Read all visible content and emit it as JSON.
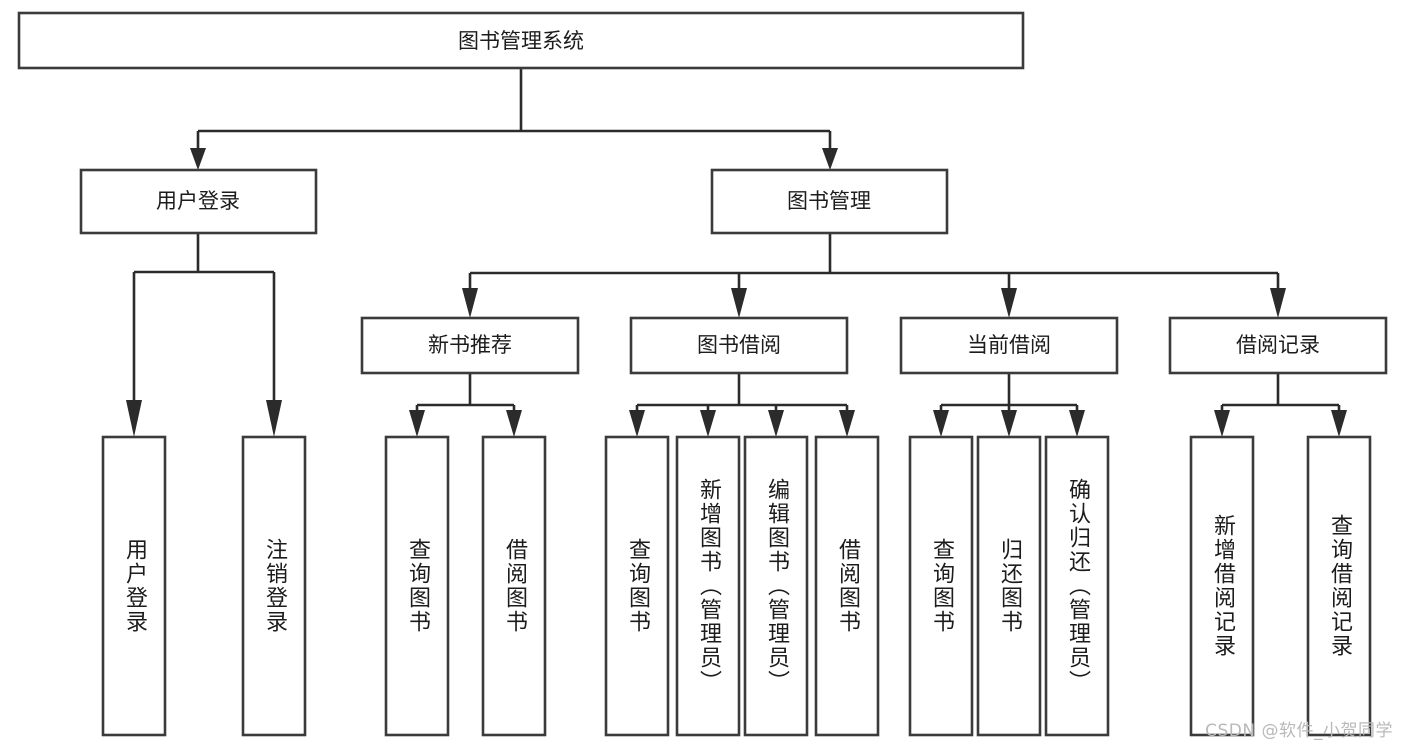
{
  "diagram": {
    "title": "图书管理系统",
    "type": "tree-hierarchy",
    "colors": {
      "box_stroke": "#3b3b3b",
      "box_fill": "#ffffff",
      "connector": "#2b2b2b",
      "text": "#1c1c1c",
      "watermark": "#b9b9b9",
      "background": "#ffffff"
    },
    "root": {
      "label": "图书管理系统"
    },
    "level2": [
      {
        "id": "user-login",
        "label": "用户登录"
      },
      {
        "id": "book-management",
        "label": "图书管理"
      }
    ],
    "level3": [
      {
        "id": "new-book-recommend",
        "label": "新书推荐",
        "parent": "book-management"
      },
      {
        "id": "book-borrow",
        "label": "图书借阅",
        "parent": "book-management"
      },
      {
        "id": "current-borrow",
        "label": "当前借阅",
        "parent": "book-management"
      },
      {
        "id": "borrow-record",
        "label": "借阅记录",
        "parent": "book-management"
      }
    ],
    "leaves": {
      "user-login": [
        {
          "id": "leaf-user-login",
          "label": "用户登录"
        },
        {
          "id": "leaf-user-logout",
          "label": "注销登录"
        }
      ],
      "new-book-recommend": [
        {
          "id": "leaf-query-book-1",
          "label": "查询图书"
        },
        {
          "id": "leaf-borrow-book-1",
          "label": "借阅图书"
        }
      ],
      "book-borrow": [
        {
          "id": "leaf-query-book-2",
          "label": "查询图书"
        },
        {
          "id": "leaf-add-book",
          "label": "新增图书（管理员）"
        },
        {
          "id": "leaf-edit-book",
          "label": "编辑图书（管理员）"
        },
        {
          "id": "leaf-borrow-book-2",
          "label": "借阅图书"
        }
      ],
      "current-borrow": [
        {
          "id": "leaf-query-book-3",
          "label": "查询图书"
        },
        {
          "id": "leaf-return-book",
          "label": "归还图书"
        },
        {
          "id": "leaf-confirm-return",
          "label": "确认归还（管理员）"
        }
      ],
      "borrow-record": [
        {
          "id": "leaf-add-record",
          "label": "新增借阅记录"
        },
        {
          "id": "leaf-query-record",
          "label": "查询借阅记录"
        }
      ]
    }
  },
  "watermark": {
    "text": "CSDN @软件_小贺同学"
  }
}
